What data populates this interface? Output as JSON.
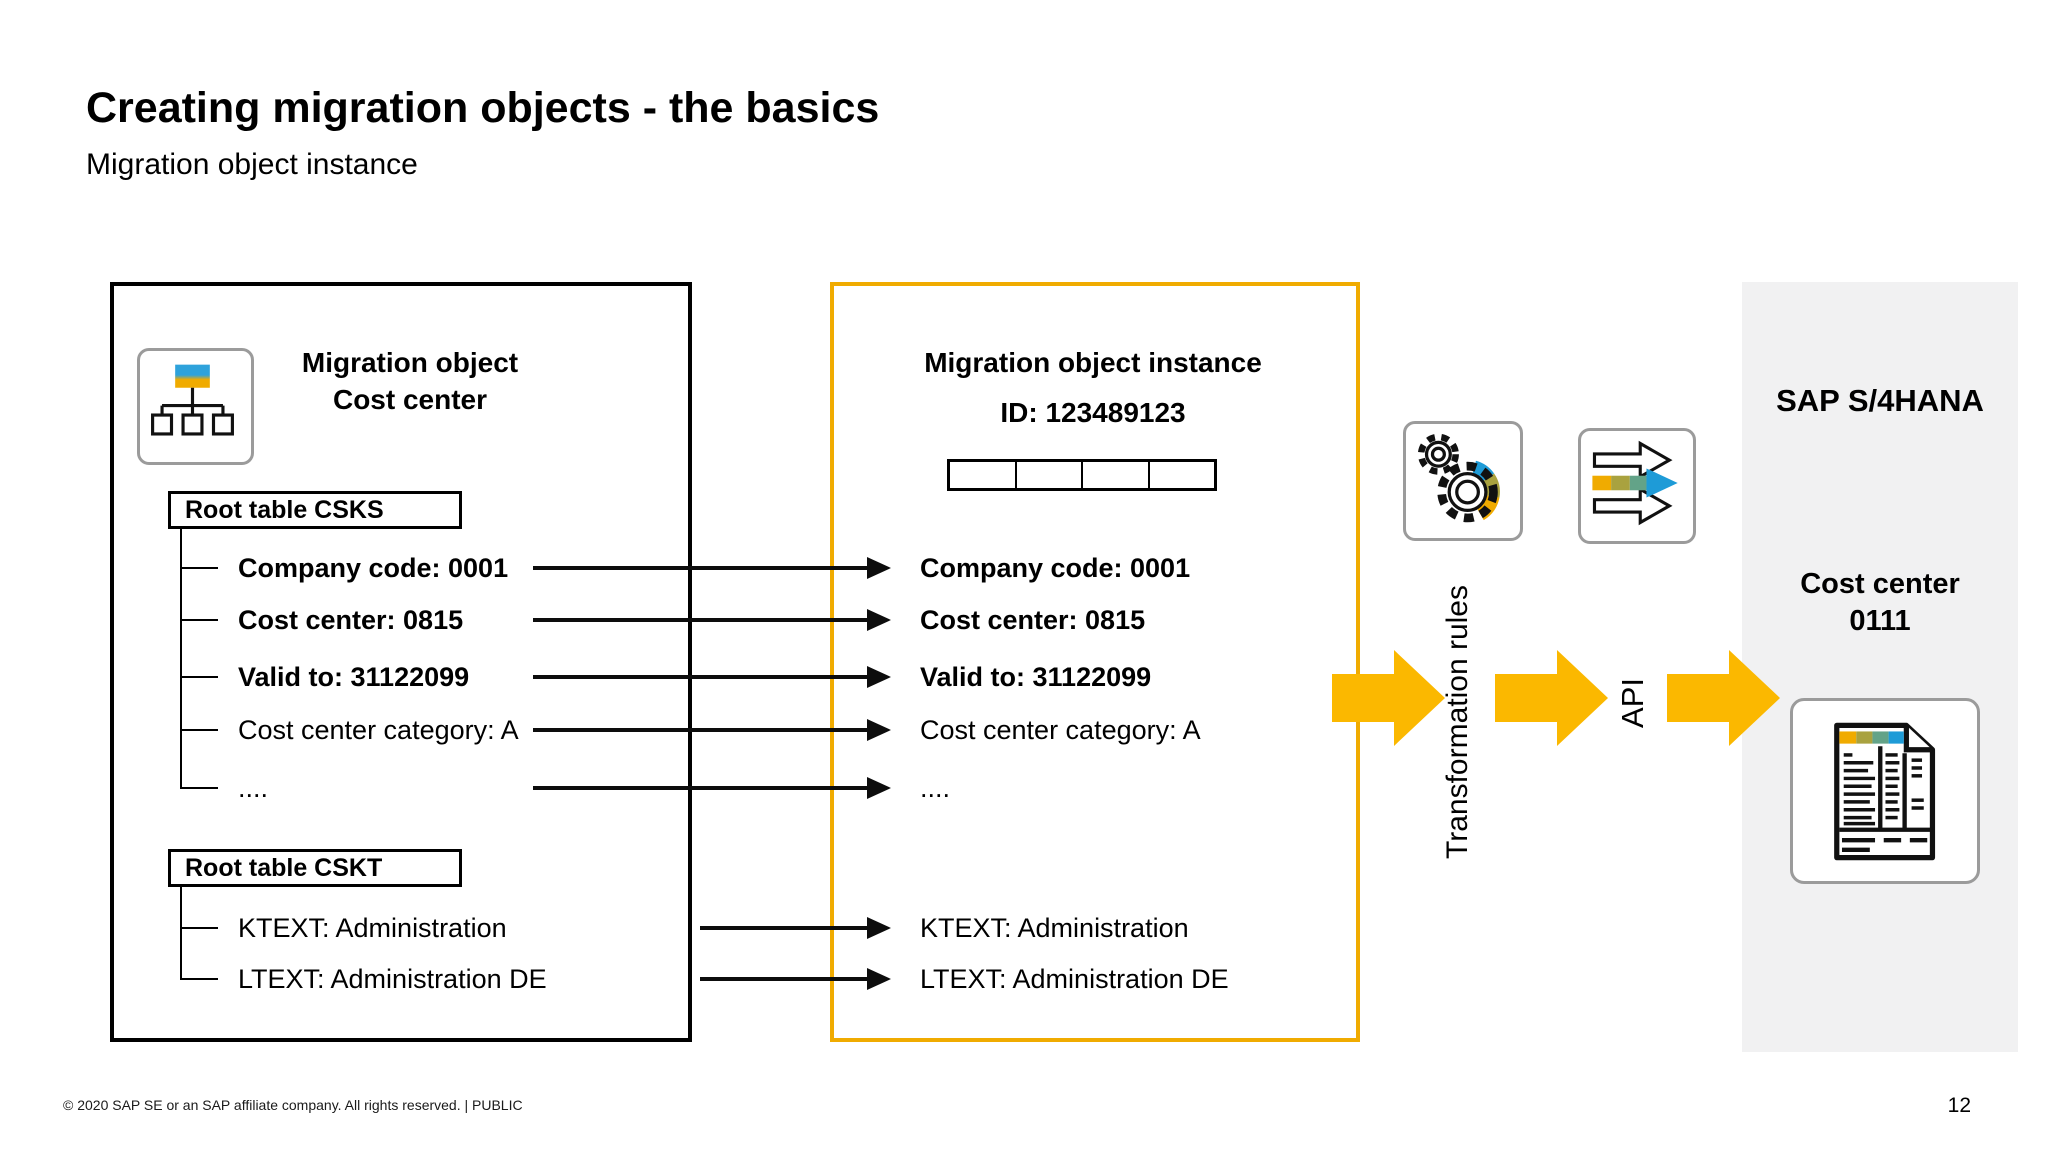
{
  "slide": {
    "title": "Creating migration objects - the basics",
    "subtitle": "Migration object instance",
    "footer_text": "© 2020 SAP SE or an SAP affiliate company. All rights reserved.  |  PUBLIC",
    "page_number": "12"
  },
  "source_box": {
    "icon": "hierarchy-icon",
    "title_line1": "Migration object",
    "title_line2": "Cost center",
    "csks": {
      "header": "Root table CSKS",
      "items": [
        {
          "text": "Company code: 0001"
        },
        {
          "text": "Cost center: 0815"
        },
        {
          "text": "Valid to: 31122099"
        },
        {
          "text": "Cost center category: A"
        },
        {
          "text": "...."
        }
      ]
    },
    "cskt": {
      "header": "Root table CSKT",
      "items": [
        {
          "text": "KTEXT: Administration"
        },
        {
          "text": "LTEXT: Administration DE"
        }
      ]
    }
  },
  "instance_box": {
    "title": "Migration object instance",
    "id_label": "ID: 123489123",
    "segment_count": 4,
    "items": [
      {
        "text": "Company code: 0001"
      },
      {
        "text": "Cost center: 0815"
      },
      {
        "text": "Valid to: 31122099"
      },
      {
        "text": "Cost center category: A"
      },
      {
        "text": "...."
      },
      {
        "text": "KTEXT: Administration"
      },
      {
        "text": "LTEXT: Administration DE"
      }
    ]
  },
  "flow": {
    "transformation_label": "Transformation rules",
    "api_label": "API",
    "icons": [
      "gears-icon",
      "transfer-arrows-icon"
    ]
  },
  "target_panel": {
    "title": "SAP S/4HANA",
    "result_line1": "Cost center",
    "result_line2": "0111",
    "icon": "report-document-icon"
  },
  "colors": {
    "accent_gold": "#F0AB00",
    "arrow_gold": "#FBB800",
    "sap_blue": "#1E9BD7",
    "olive": "#A9A23F",
    "teal": "#63A388",
    "panel_gray": "#F1F1F2"
  }
}
